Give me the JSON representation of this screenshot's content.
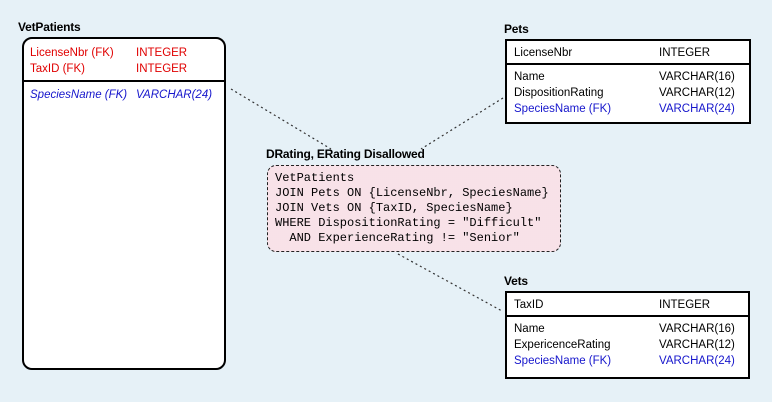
{
  "colors": {
    "key_text_red": "#e00000",
    "fk_text_blue": "#1616cc",
    "note_fill_pink": "#fdf3f6",
    "background_dot_blue": "#b7d6e8",
    "connector_line": "#333333"
  },
  "entities": {
    "vetpatients": {
      "title": "VetPatients",
      "keys": [
        {
          "name": "LicenseNbr (FK)",
          "type": "INTEGER"
        },
        {
          "name": "TaxID (FK)",
          "type": "INTEGER"
        }
      ],
      "attrs": [
        {
          "name": "SpeciesName (FK)",
          "type": "VARCHAR(24)"
        }
      ]
    },
    "pets": {
      "title": "Pets",
      "keys": [
        {
          "name": "LicenseNbr",
          "type": "INTEGER"
        }
      ],
      "attrs": [
        {
          "name": "Name",
          "type": "VARCHAR(16)"
        },
        {
          "name": "DispositionRating",
          "type": "VARCHAR(12)"
        },
        {
          "name": "SpeciesName (FK)",
          "type": "VARCHAR(24)"
        }
      ]
    },
    "vets": {
      "title": "Vets",
      "keys": [
        {
          "name": "TaxID",
          "type": "INTEGER"
        }
      ],
      "attrs": [
        {
          "name": "Name",
          "type": "VARCHAR(16)"
        },
        {
          "name": "ExpericenceRating",
          "type": "VARCHAR(12)"
        },
        {
          "name": "SpeciesName (FK)",
          "type": "VARCHAR(24)"
        }
      ]
    }
  },
  "note": {
    "title": "DRating, ERating Disallowed",
    "lines": [
      "VetPatients",
      "JOIN Pets ON {LicenseNbr, SpeciesName}",
      "JOIN Vets ON {TaxID, SpeciesName}",
      "WHERE DispositionRating = \"Difficult\"",
      "  AND ExperienceRating != \"Senior\""
    ]
  }
}
